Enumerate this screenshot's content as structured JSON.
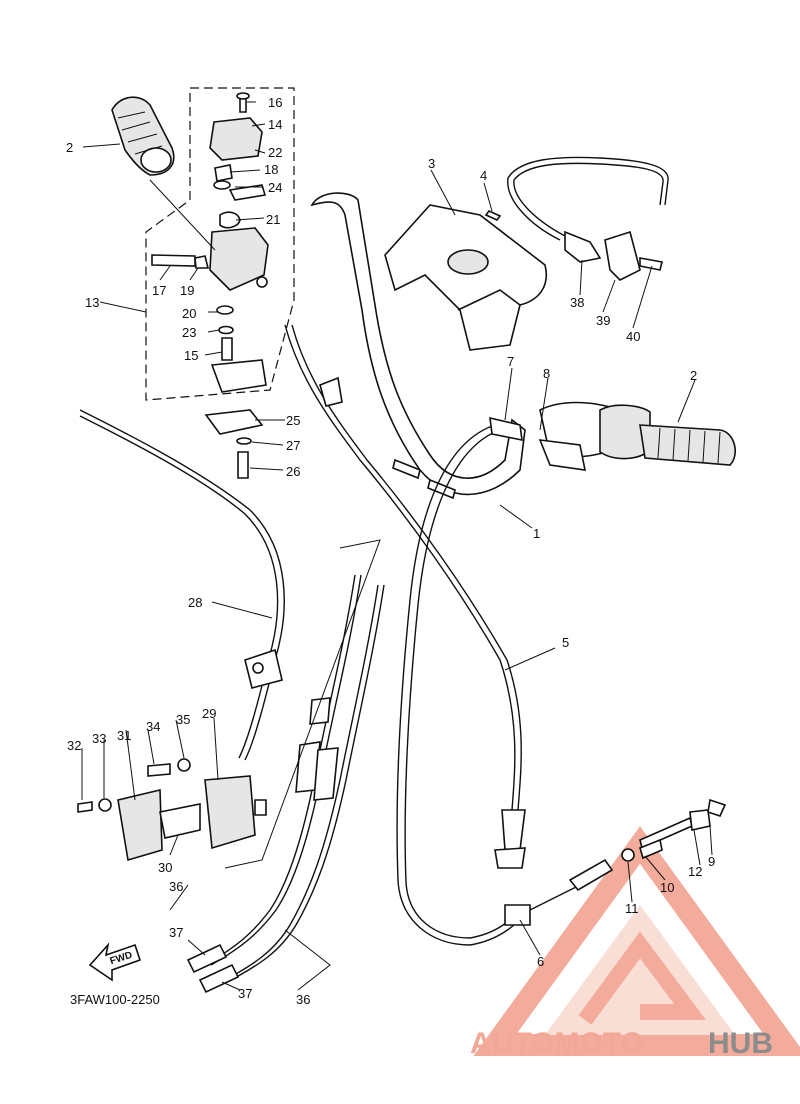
{
  "diagram": {
    "code": "3FAW100-2250",
    "fwd_label": "FWD",
    "watermark": {
      "part1": "AUTOMOTO",
      "part2": "HUB",
      "color_primary": "#f1a896",
      "color_secondary": "#8c8c8c"
    }
  },
  "callouts": [
    "1",
    "2",
    "2",
    "3",
    "4",
    "5",
    "6",
    "7",
    "8",
    "9",
    "10",
    "11",
    "12",
    "13",
    "14",
    "15",
    "16",
    "17",
    "18",
    "19",
    "20",
    "21",
    "22",
    "23",
    "24",
    "25",
    "26",
    "27",
    "28",
    "29",
    "30",
    "31",
    "32",
    "33",
    "34",
    "35",
    "36",
    "36",
    "37",
    "37",
    "38",
    "39",
    "40"
  ]
}
